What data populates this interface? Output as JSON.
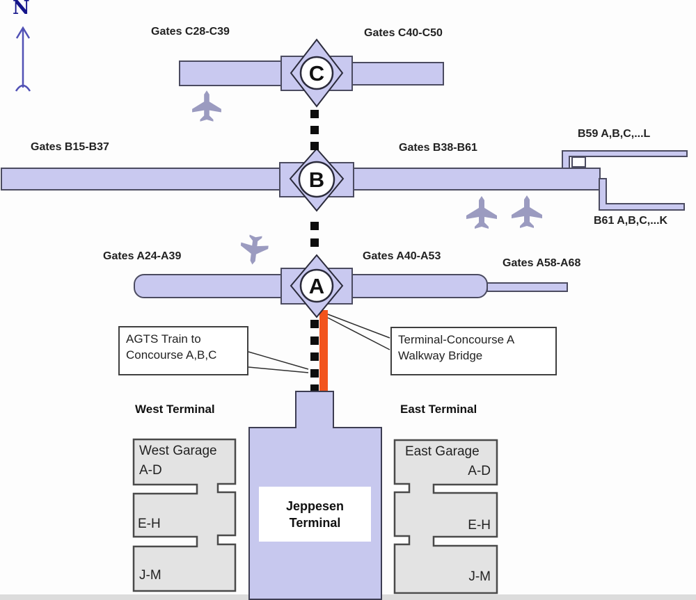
{
  "north": {
    "label": "N"
  },
  "concourses": {
    "c": {
      "letter": "C",
      "left_label": "Gates C28-C39",
      "right_label": "Gates C40-C50"
    },
    "b": {
      "letter": "B",
      "left_label": "Gates B15-B37",
      "right_label": "Gates B38-B61",
      "pier_top_label": "B59  A,B,C,...L",
      "pier_bottom_label": "B61  A,B,C,...K"
    },
    "a": {
      "letter": "A",
      "left_label": "Gates A24-A39",
      "mid_label": "Gates A40-A53",
      "right_label": "Gates A58-A68"
    }
  },
  "callouts": {
    "agts": {
      "line1": "AGTS Train to",
      "line2": "Concourse A,B,C"
    },
    "walkway": {
      "line1": "Terminal-Concourse A",
      "line2": "Walkway Bridge"
    }
  },
  "terminals": {
    "west_heading": "West Terminal",
    "east_heading": "East Terminal",
    "jeppesen_line1": "Jeppesen",
    "jeppesen_line2": "Terminal"
  },
  "garages": {
    "west": {
      "title": "West Garage",
      "levels": [
        "A-D",
        "E-H",
        "J-M"
      ]
    },
    "east": {
      "title": "East Garage",
      "levels": [
        "A-D",
        "E-H",
        "J-M"
      ]
    }
  },
  "colors": {
    "concourse_fill": "#c9c9f0",
    "terminal_fill": "#c7c8ee",
    "garage_fill": "#e3e3e3",
    "walkway_orange": "#f2541d",
    "train_dots": "#0d0d0d",
    "north_arrow": "#5151b5",
    "plane_fill": "#9b9bc0"
  }
}
